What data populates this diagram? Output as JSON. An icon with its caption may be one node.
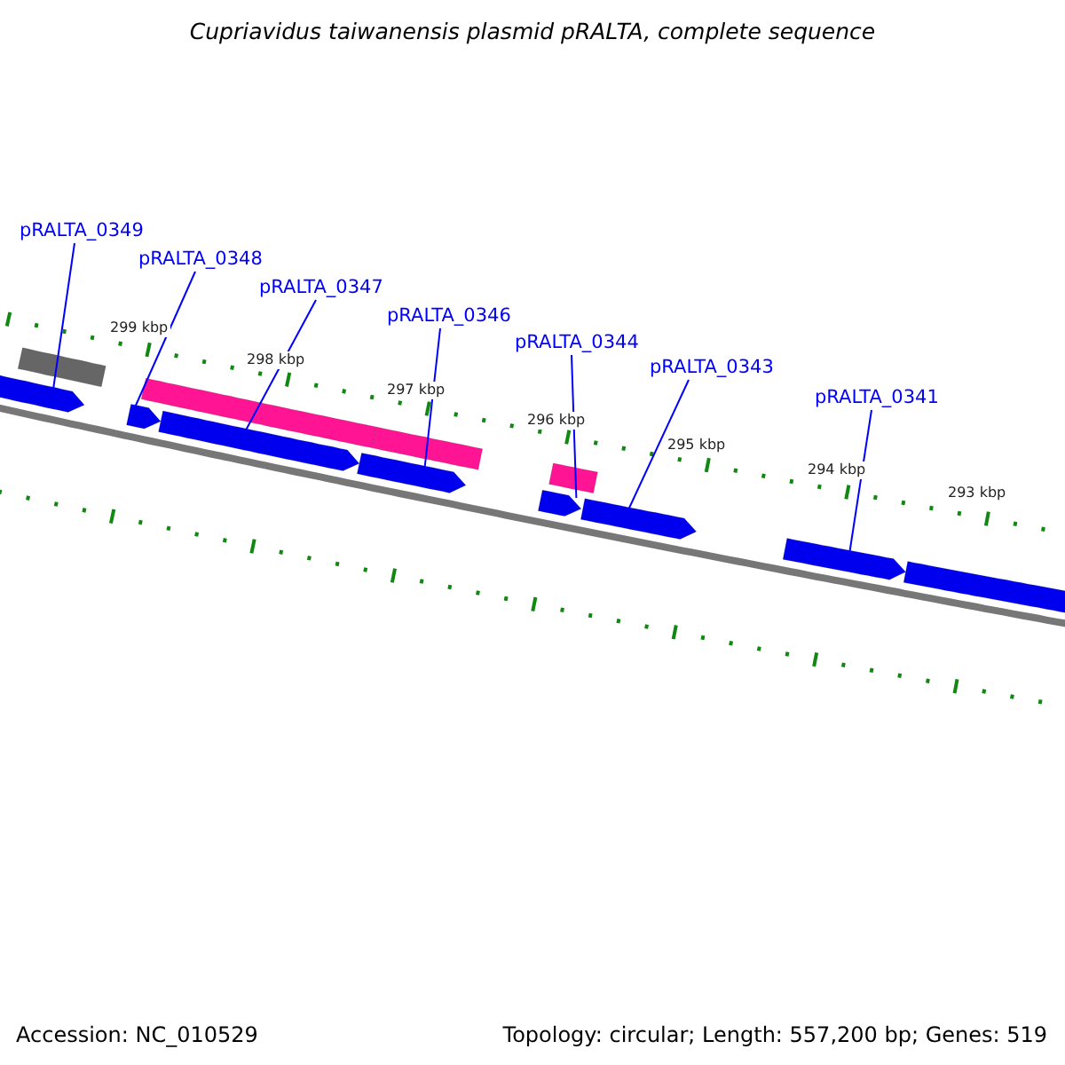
{
  "diagram": {
    "title": "Cupriavidus taiwanensis plasmid pRALTA, complete sequence",
    "nodes": [
      {
        "text": [
          "pRALTA_0349"
        ]
      },
      {
        "text": [
          "pRALTA_0348"
        ]
      },
      {
        "text": [
          "pRALTA_0347"
        ]
      },
      {
        "text": [
          "pRALTA_0346"
        ]
      },
      {
        "text": [
          "pRALTA_0344"
        ]
      },
      {
        "text": [
          "pRALTA_0343"
        ]
      },
      {
        "text": [
          "pRALTA_0341"
        ]
      },
      {
        "text": [],
        "shape": "bar"
      },
      {
        "text": [],
        "shape": "bar"
      },
      {
        "text": [],
        "shape": "bar"
      },
      {
        "text": [],
        "shape": "bar"
      },
      {
        "text": [],
        "shape": "bar"
      },
      {
        "text": [],
        "shape": "bar"
      },
      {
        "text": [],
        "shape": "bar"
      },
      {
        "text": [],
        "shape": "bar"
      },
      {
        "text": [],
        "shape": "box"
      },
      {
        "text": [],
        "shape": "box"
      },
      {
        "text": [],
        "shape": "box"
      },
      {
        "text": [],
        "shape": "box"
      }
    ],
    "edges": [
      {
        "from": 0,
        "to": 7,
        "arrow": "none"
      },
      {
        "from": 1,
        "to": 8,
        "arrow": "none"
      },
      {
        "from": 2,
        "to": 9,
        "arrow": "none"
      },
      {
        "from": 3,
        "to": 10,
        "arrow": "none"
      },
      {
        "from": 4,
        "to": 11,
        "arrow": "none"
      },
      {
        "from": 5,
        "to": 12,
        "arrow": "none"
      },
      {
        "from": 6,
        "to": 13,
        "arrow": "none"
      }
    ],
    "labels": [
      "299 kbp",
      "298 kbp",
      "297 kbp",
      "296 kbp",
      "295 kbp",
      "294 kbp",
      "293 kbp",
      "Accession: NC_010529",
      "Topology: circular; Length: 557,200 bp; Genes: 519"
    ]
  }
}
